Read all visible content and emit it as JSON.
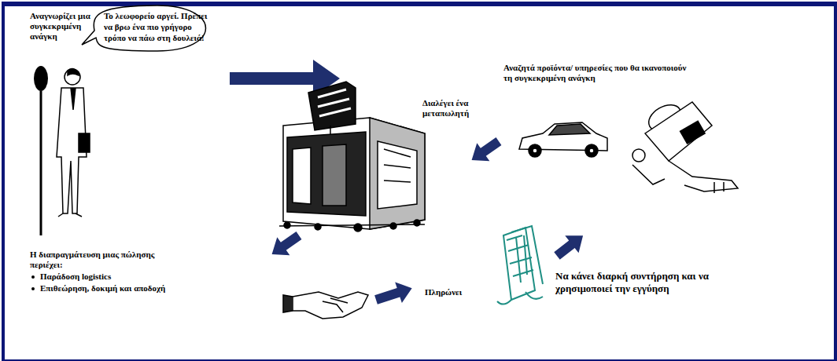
{
  "diagram": {
    "nodes": [
      {
        "text": [
          "Το λεωφορείο αργεί. Πρέπει να βρω ένα πιο γρήγορο τρόπο να πάω στη δουλειά!"
        ]
      }
    ],
    "labels": [
      "Αναγνωρίζει μια συγκεκριμένη ανάγκη",
      "Αναζητά προϊόντα/ υπηρεσίες που θα ικανοποιούν τη συγκεκριμένη ανάγκη",
      "Διαλέγει ένα μεταπωλητή",
      "Η διαπραγμάτευση μιας πώλησης περιέχει:",
      "Παράδοση logistics",
      "Επιθεώρηση, δοκιμή και αποδοχή",
      "Πληρώνει",
      "Να κάνει διαρκή συντήρηση και να χρησιμοποιεί την εγγύηση"
    ]
  }
}
